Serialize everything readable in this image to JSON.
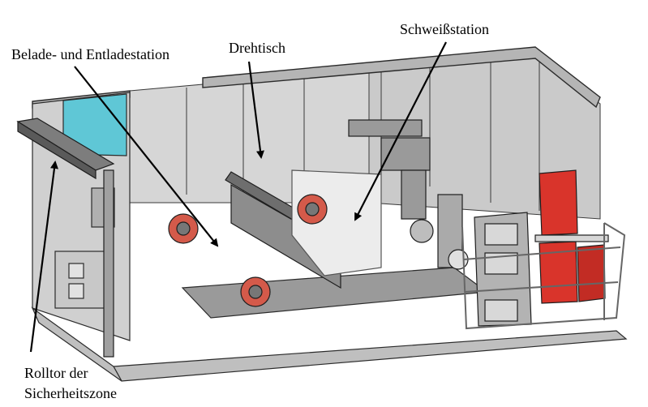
{
  "labels": {
    "beladestation": "Belade- und Entladestation",
    "drehtisch": "Drehtisch",
    "schweissstation": "Schweißstation",
    "rolltor_line1": "Rolltor der",
    "rolltor_line2": "Sicherheitszone"
  },
  "colors": {
    "panel_gray": "#cfcfcf",
    "frame_gray": "#8c8c8c",
    "dark_line": "#2b2b2b",
    "cyan_panel": "#5fc7d6",
    "welder_red": "#d9342b",
    "arrow_black": "#000000"
  }
}
